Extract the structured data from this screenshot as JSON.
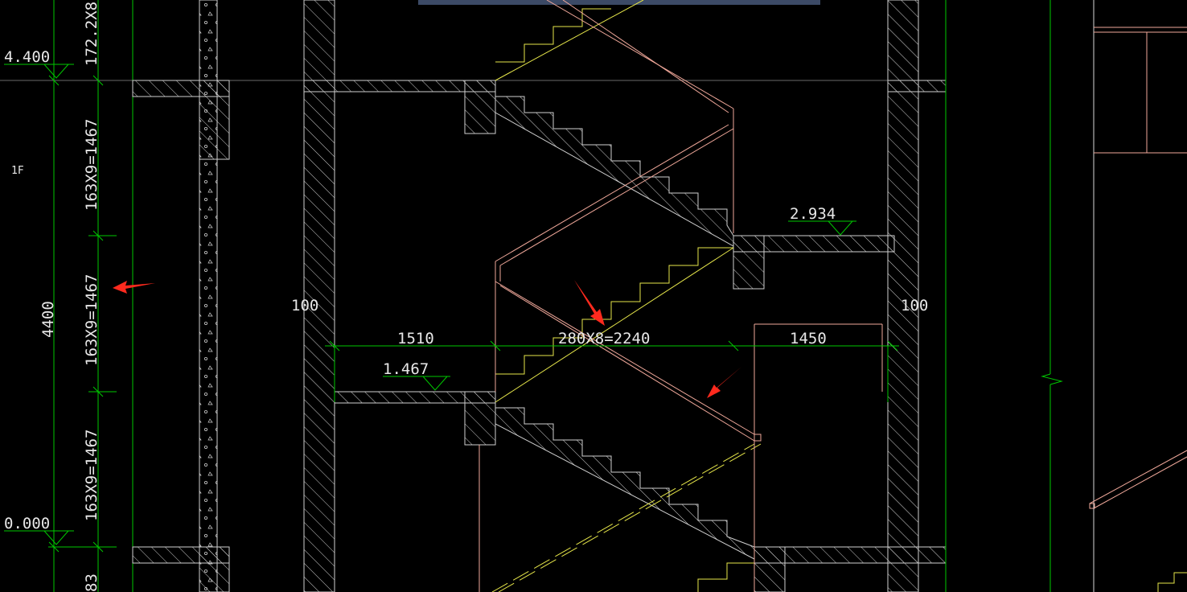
{
  "drawing": {
    "floor_label": "1F",
    "elevations": {
      "top": "4.400",
      "bottom": "0.000",
      "landing_upper": "2.934",
      "landing_lower": "1.467"
    },
    "vertical_dims": {
      "top_partial": "172.2X8",
      "upper": "163X9=1467",
      "middle": "163X9=1467",
      "lower": "163X9=1467",
      "total": "4400",
      "bottom_partial": "83"
    },
    "horizontal_dims": {
      "left_landing": "1510",
      "stair_run": "280X8=2240",
      "right_landing": "1450",
      "wall_left": "100",
      "wall_right": "100"
    },
    "colors": {
      "background": "#000000",
      "dimension": "#00c800",
      "wall": "#d8d8d8",
      "rail": "#f0a89a",
      "stair_line": "#e6e64a",
      "arrow": "#ff2a1e",
      "toolbar": "#3c4a66"
    }
  }
}
